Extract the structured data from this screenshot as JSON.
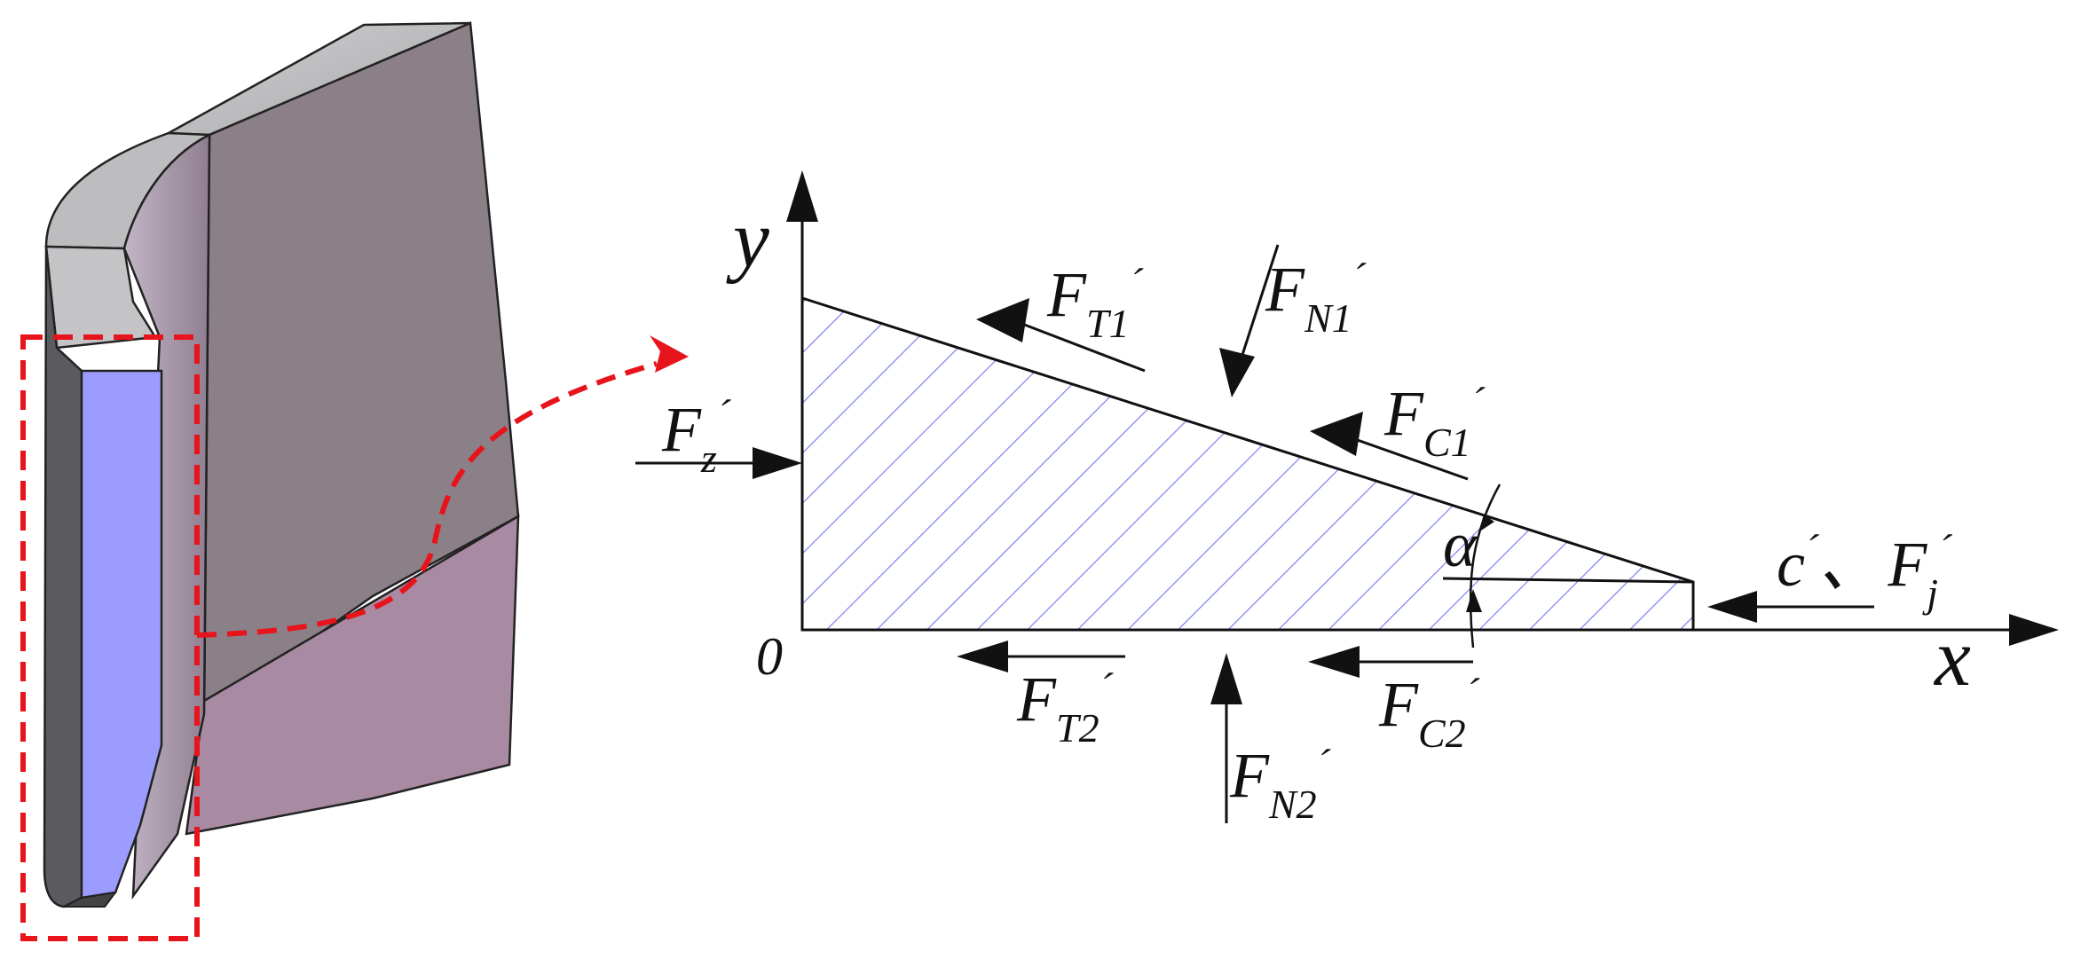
{
  "labels": {
    "y_axis": "y",
    "x_axis": "x",
    "origin": "0",
    "ft1": {
      "main": "F",
      "sub": "T1",
      "prime": "´"
    },
    "fn1": {
      "main": "F",
      "sub": "N1",
      "prime": "´"
    },
    "fc1": {
      "main": "F",
      "sub": "C1",
      "prime": "´"
    },
    "fz": {
      "main": "F",
      "sub": "z",
      "prime": "´"
    },
    "alpha": "α",
    "cfj": {
      "c": "c",
      "prime1": "´",
      "sep": "、",
      "main": "F",
      "sub": "j",
      "prime2": "´"
    },
    "ft2": {
      "main": "F",
      "sub": "T2",
      "prime": "´"
    },
    "fc2": {
      "main": "F",
      "sub": "C2",
      "prime": "´"
    },
    "fn2": {
      "main": "F",
      "sub": "N2",
      "prime": "´"
    }
  },
  "colors": {
    "hatch": "#7d7ff0",
    "callout": "#e8141b",
    "insert_face": "#9c9cff",
    "body_dark": "#8b8088",
    "body_pink": "#a88aa2",
    "top_light": "#b9b9bb"
  }
}
